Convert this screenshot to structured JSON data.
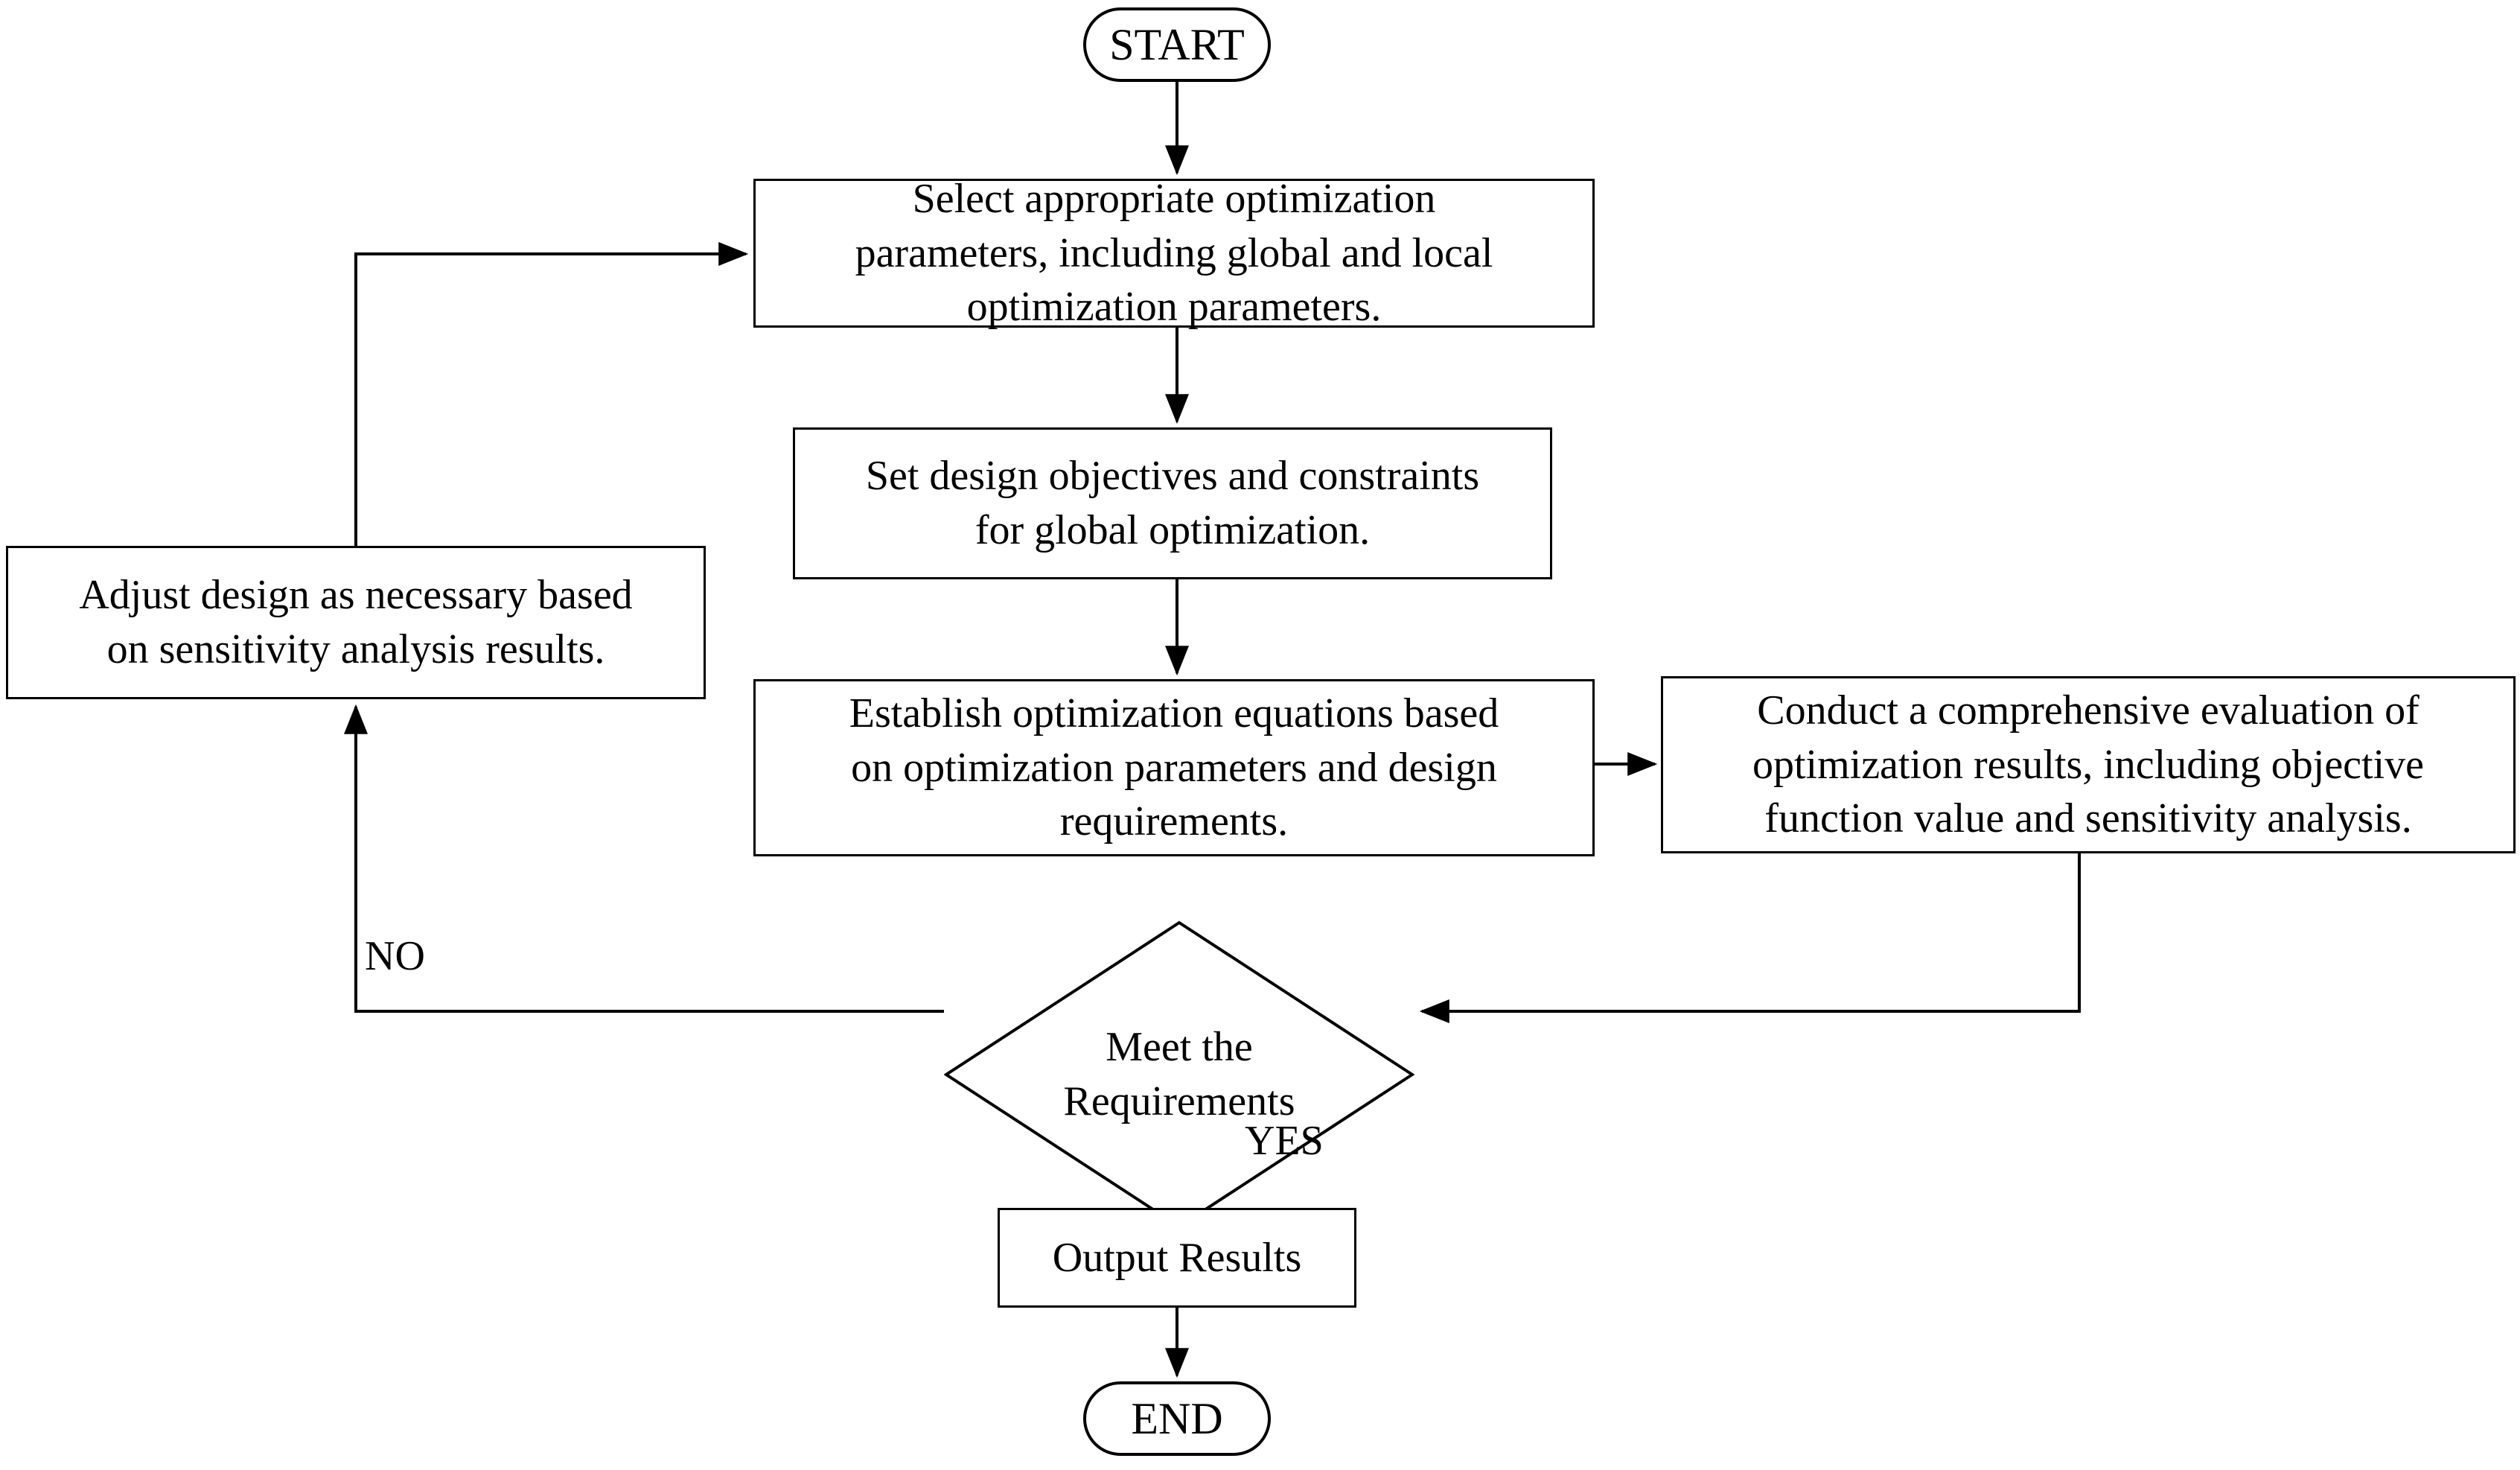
{
  "diagram": {
    "title": "Optimization design workflow flowchart",
    "stroke_color": "#000000",
    "background_color": "#ffffff",
    "nodes": {
      "start": {
        "label": "START",
        "shape": "terminator"
      },
      "select_parameters": {
        "label": "Select appropriate optimization\nparameters, including global and local\noptimization parameters.",
        "shape": "process"
      },
      "set_objectives": {
        "label": "Set design objectives and constraints\nfor global optimization.",
        "shape": "process"
      },
      "establish_equations": {
        "label": "Establish optimization equations based\non optimization parameters and design\nrequirements.",
        "shape": "process"
      },
      "conduct_evaluation": {
        "label": "Conduct a comprehensive evaluation of\noptimization results, including objective\nfunction value and sensitivity analysis.",
        "shape": "process"
      },
      "adjust_design": {
        "label": "Adjust design as necessary based\non sensitivity analysis results.",
        "shape": "process"
      },
      "decision": {
        "label": "Meet the\nRequirements",
        "shape": "decision"
      },
      "output_results": {
        "label": "Output Results",
        "shape": "process"
      },
      "end": {
        "label": "END",
        "shape": "terminator"
      }
    },
    "edge_labels": {
      "no": "NO",
      "yes": "YES"
    },
    "edges": [
      {
        "from": "start",
        "to": "select_parameters",
        "label": ""
      },
      {
        "from": "select_parameters",
        "to": "set_objectives",
        "label": ""
      },
      {
        "from": "set_objectives",
        "to": "establish_equations",
        "label": ""
      },
      {
        "from": "establish_equations",
        "to": "conduct_evaluation",
        "label": ""
      },
      {
        "from": "conduct_evaluation",
        "to": "decision",
        "label": ""
      },
      {
        "from": "decision",
        "to": "adjust_design",
        "label": "NO"
      },
      {
        "from": "adjust_design",
        "to": "select_parameters",
        "label": ""
      },
      {
        "from": "decision",
        "to": "output_results",
        "label": "YES"
      },
      {
        "from": "output_results",
        "to": "end",
        "label": ""
      }
    ]
  }
}
